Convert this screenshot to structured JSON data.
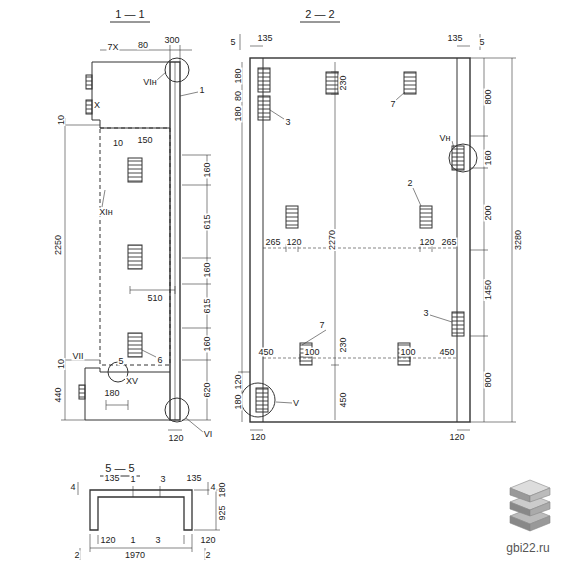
{
  "diagram": {
    "labels": [
      "1 — 1",
      "7Х",
      "80",
      "300",
      "VIн",
      "1",
      "X",
      "10",
      "10",
      "150",
      "XIн",
      "160",
      "615",
      "2250",
      "160",
      "510",
      "615",
      "160",
      "VII",
      "10",
      "5",
      "6",
      "620",
      "XV",
      "180",
      "440",
      "120",
      "VI",
      "2 — 2",
      "5",
      "135",
      "135",
      "5",
      "180",
      "80",
      "180",
      "230",
      "7",
      "3",
      "800",
      "Vн",
      "160",
      "2",
      "200",
      "3280",
      "2270",
      "265",
      "120",
      "120",
      "265",
      "1450",
      "3",
      "7",
      "230",
      "450",
      "100",
      "100",
      "450",
      "800",
      "120",
      "180",
      "450",
      "V",
      "120",
      "120",
      "5 — 5",
      "4",
      "135",
      "1",
      "3",
      "135",
      "4",
      "180",
      "925",
      "120",
      "1",
      "3",
      "120",
      "2",
      "1970",
      "2",
      "gbi22.ru"
    ]
  }
}
